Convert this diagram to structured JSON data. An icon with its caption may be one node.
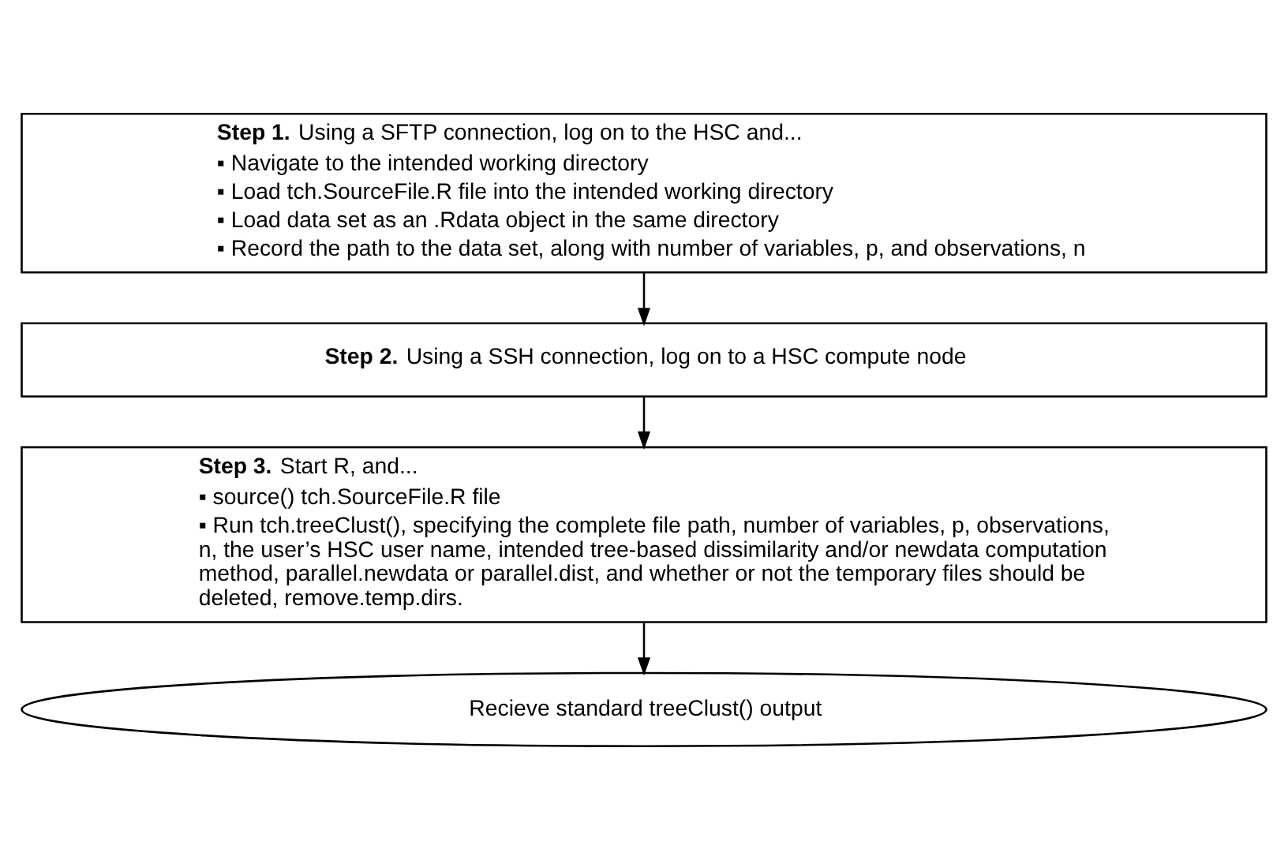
{
  "diagram": {
    "nodes": [
      {
        "text": [
          "**Step 1.** Using a SFTP connection, log on to the HSC and...",
          "▪ Navigate to the intended working directory",
          "▪ Load tch.SourceFile.R file into the intended working directory",
          "▪ Load data set as an .Rdata object in the same directory",
          "▪ Record the path to the data set, along with number of variables, p, and observations, n"
        ]
      },
      {
        "text": [
          "**Step 2.** Using a SSH connection, log on to a HSC compute node"
        ]
      },
      {
        "text": [
          "**Step 3.** Start R, and...",
          "▪ source() tch.SourceFile.R file",
          "▪ Run tch.treeClust(), specifying the complete file path, number of variables, p, observations, n, the user’s HSC user name, intended tree-based dissimilarity and/or newdata computation method, parallel.newdata or parallel.dist, and whether or not the temporary files should be deleted, remove.temp.dirs."
        ]
      },
      {
        "text": [
          "Recieve standard treeClust() output"
        ]
      }
    ],
    "edges": [
      {
        "from": 0,
        "to": 1,
        "arrow": "to"
      },
      {
        "from": 1,
        "to": 2,
        "arrow": "to"
      },
      {
        "from": 2,
        "to": 3,
        "arrow": "to"
      }
    ]
  }
}
